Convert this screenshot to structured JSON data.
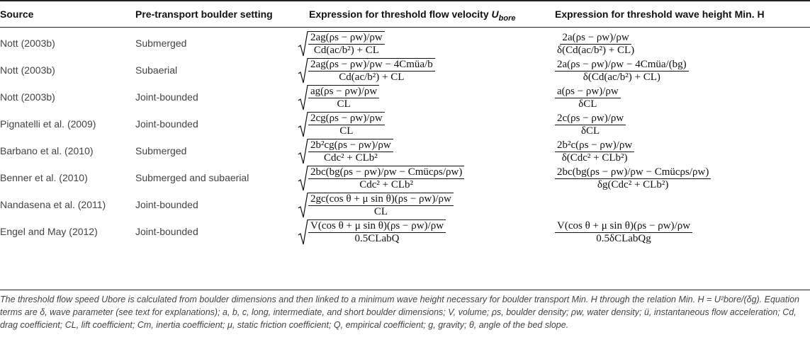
{
  "table": {
    "headers": {
      "source": "Source",
      "setting": "Pre-transport boulder setting",
      "velocity_prefix": "Expression for threshold flow velocity ",
      "velocity_var": "U",
      "velocity_sub": "bore",
      "height": "Expression for threshold wave height Min. H"
    },
    "rows": [
      {
        "source": "Nott (2003b)",
        "setting": "Submerged",
        "v_num": "2ag(ρs − ρw)/ρw",
        "v_den": "Cd(ac/b²) + CL",
        "h_num": "2a(ρs − ρw)/ρw",
        "h_den": "δ(Cd(ac/b²) + CL)"
      },
      {
        "source": "Nott (2003b)",
        "setting": "Subaerial",
        "v_num": "2ag(ρs − ρw)/ρw − 4Cmüa/b",
        "v_den": "Cd(ac/b²) + CL",
        "h_num": "2a(ρs − ρw)/ρw − 4Cmüa/(bg)",
        "h_den": "δ(Cd(ac/b²) + CL)"
      },
      {
        "source": "Nott (2003b)",
        "setting": "Joint-bounded",
        "v_num": "ag(ρs − ρw)/ρw",
        "v_den": "CL",
        "h_num": "a(ρs − ρw)/ρw",
        "h_den": "δCL"
      },
      {
        "source": "Pignatelli et al. (2009)",
        "setting": "Joint-bounded",
        "v_num": "2cg(ρs − ρw)/ρw",
        "v_den": "CL",
        "h_num": "2c(ρs − ρw)/ρw",
        "h_den": "δCL"
      },
      {
        "source": "Barbano et al. (2010)",
        "setting": "Submerged",
        "v_num": "2b²cg(ρs − ρw)/ρw",
        "v_den": "Cdc² + CLb²",
        "h_num": "2b²c(ρs − ρw)/ρw",
        "h_den": "δ(Cdc² + CLb²)"
      },
      {
        "source": "Benner et al. (2010)",
        "setting": "Submerged and subaerial",
        "v_num": "2bc(bg(ρs − ρw)/ρw − Cmücρs/ρw)",
        "v_den": "Cdc² + CLb²",
        "h_num": "2bc(bg(ρs − ρw)/ρw − Cmücρs/ρw)",
        "h_den": "δg(Cdc² + CLb²)"
      },
      {
        "source": "Nandasena et al. (2011)",
        "setting": "Joint-bounded",
        "v_num": "2gc(cos θ + μ sin θ)(ρs − ρw)/ρw",
        "v_den": "CL",
        "h_num": "",
        "h_den": ""
      },
      {
        "source": "Engel and May (2012)",
        "setting": "Joint-bounded",
        "v_num": "V(cos θ + μ sin θ)(ρs − ρw)/ρw",
        "v_den": "0.5CLabQ",
        "h_num": "V(cos θ + μ sin θ)(ρs − ρw)/ρw",
        "h_den": "0.5δCLabQg"
      }
    ]
  },
  "footnote": "The threshold flow speed Ubore is calculated from boulder dimensions and then linked to a minimum wave height necessary for boulder transport Min. H through the relation Min. H = U²bore/(δg). Equation terms are δ, wave parameter (see text for explanations); a, b, c, long, intermediate, and short boulder dimensions; V, volume; ρs, boulder density; ρw, water density; ü, instantaneous flow acceleration; Cd, drag coefficient; CL, lift coefficient; Cm, inertia coefficient; μ, static friction coefficient; Q, empirical coefficient; g, gravity; θ, angle of the bed slope."
}
